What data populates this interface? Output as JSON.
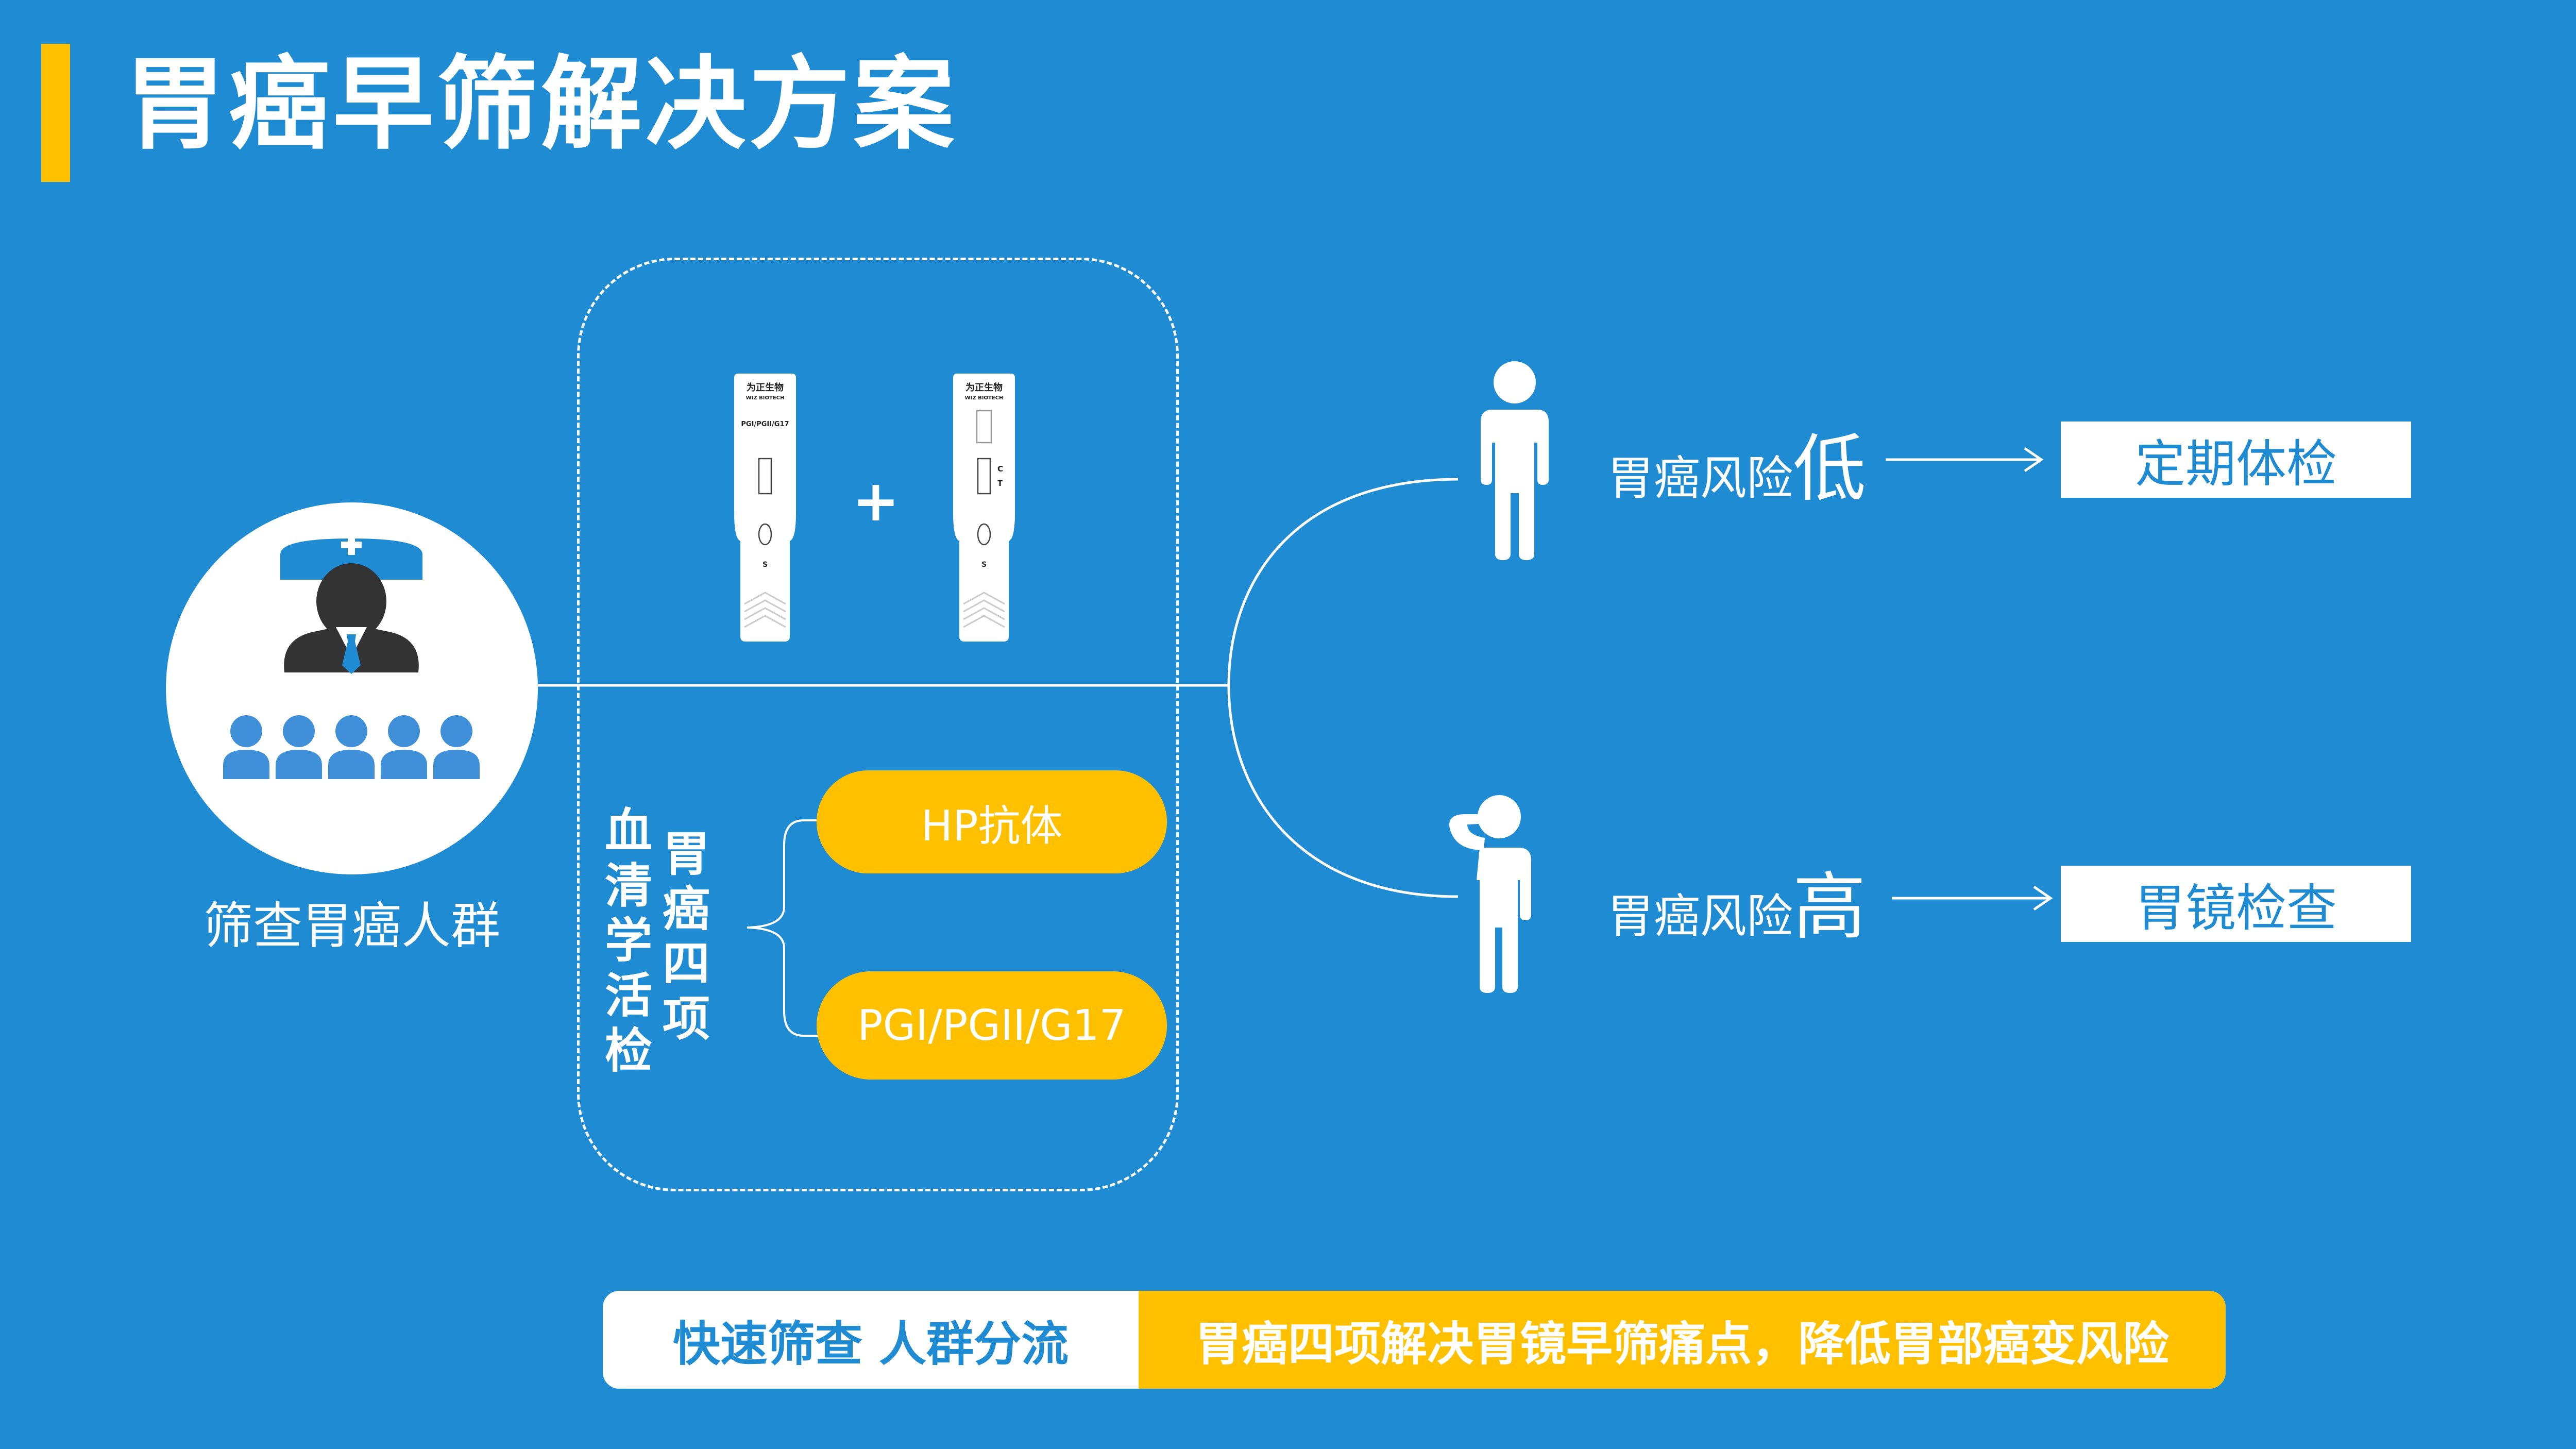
{
  "title": "胃癌早筛解决方案",
  "crowd": {
    "label": "筛查胃癌人群"
  },
  "kits": {
    "kit1": {
      "brand": "为正生物",
      "brand_en": "WIZ BIOTECH",
      "name": "PGI/PGII/G17",
      "s": "S"
    },
    "kit2": {
      "brand": "为正生物",
      "brand_en": "WIZ BIOTECH",
      "c": "C",
      "t": "T",
      "s": "S"
    },
    "plus": "+"
  },
  "serum": {
    "label": "血清学活检",
    "group_label": "胃癌四项",
    "items": [
      "HP抗体",
      "PGI/PGII/G17"
    ]
  },
  "outcomes": {
    "low": {
      "prefix": "胃癌风险",
      "level": "低",
      "result": "定期体检"
    },
    "high": {
      "prefix": "胃癌风险",
      "level": "高",
      "result": "胃镜检查"
    }
  },
  "bottom": {
    "left": "快速筛查 人群分流",
    "right": "胃癌四项解决胃镜早筛痛点，降低胃部癌变风险"
  },
  "colors": {
    "background": "#1f8bd3",
    "accent": "#ffc000",
    "white": "#ffffff"
  }
}
